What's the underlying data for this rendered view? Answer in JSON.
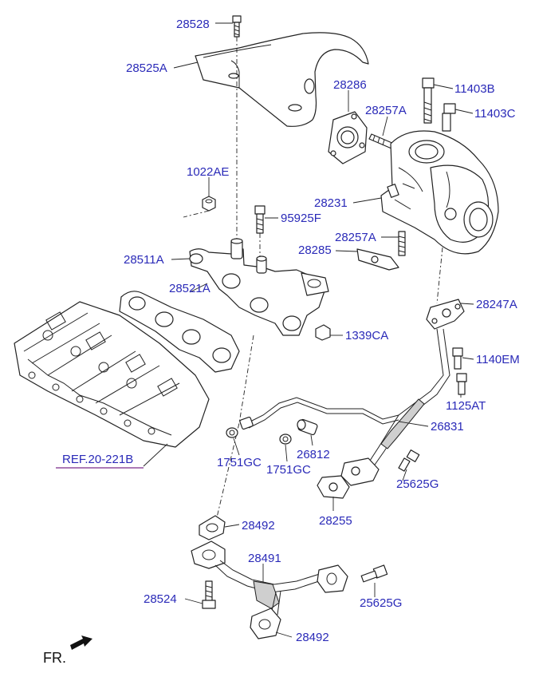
{
  "labels": {
    "l28528": "28528",
    "l28525A": "28525A",
    "l28286": "28286",
    "l11403B": "11403B",
    "l28257A_top": "28257A",
    "l11403C": "11403C",
    "l1022AE": "1022AE",
    "l28231": "28231",
    "l95925F": "95925F",
    "l28257A_mid": "28257A",
    "l28285": "28285",
    "l28511A": "28511A",
    "l28521A": "28521A",
    "l28247A": "28247A",
    "l1339CA": "1339CA",
    "l1140EM": "1140EM",
    "l1125AT": "1125AT",
    "l26831": "26831",
    "l26812": "26812",
    "l1751GC_a": "1751GC",
    "l1751GC_b": "1751GC",
    "l25625G_a": "25625G",
    "l28255": "28255",
    "l28492_a": "28492",
    "l28491": "28491",
    "l28524": "28524",
    "l25625G_b": "25625G",
    "l28492_b": "28492"
  },
  "reference": "REF.20-221B",
  "direction": "FR.",
  "colors": {
    "label": "#2a2ab8",
    "line": "#222222",
    "ref_underline": "#7a2a8a"
  }
}
